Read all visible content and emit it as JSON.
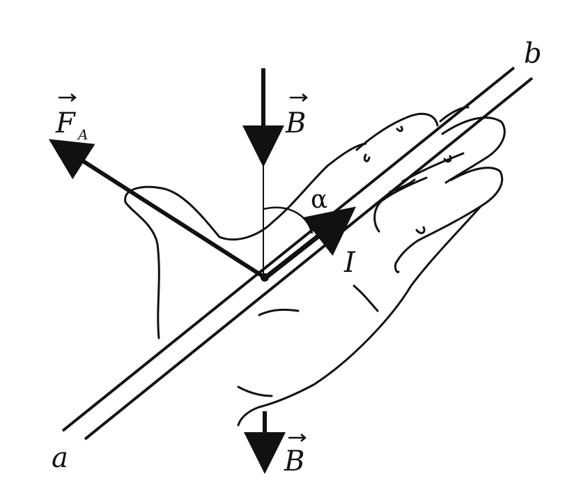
{
  "labels": {
    "force": "F",
    "force_subscript": "A",
    "field_top": "B",
    "field_bottom": "B",
    "current": "I",
    "angle": "α",
    "end_a": "a",
    "end_b": "b"
  },
  "colors": {
    "ink": "#111111",
    "background": "#ffffff"
  },
  "icons": {
    "hand": "left-hand-icon",
    "vector_mark": "vector-arrow-icon"
  }
}
